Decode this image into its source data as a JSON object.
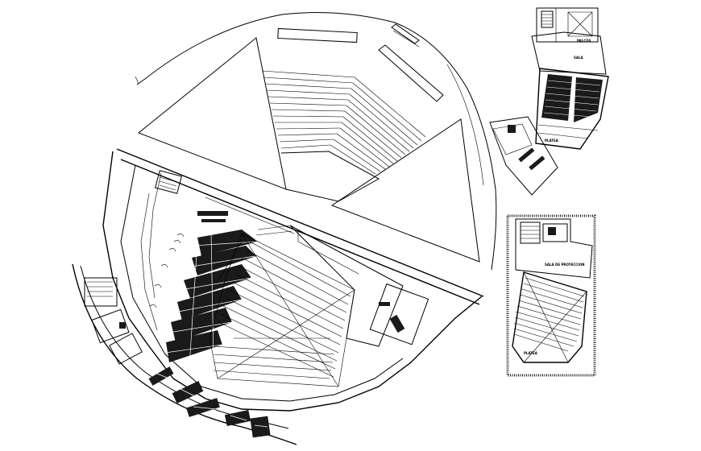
{
  "colors": {
    "ink": "#000000",
    "paper": "#ffffff",
    "hatch": "#1a1a1a"
  },
  "plans": {
    "main": {
      "name": "main-auditorium-plan",
      "labels": []
    },
    "upper": {
      "name": "upper-small-plan",
      "labels": [
        "PALCOS",
        "SALA",
        "PLATEA"
      ]
    },
    "lower": {
      "name": "lower-small-plan",
      "labels": [
        "SALA DE PROYECCION",
        "PLATEA"
      ]
    }
  }
}
